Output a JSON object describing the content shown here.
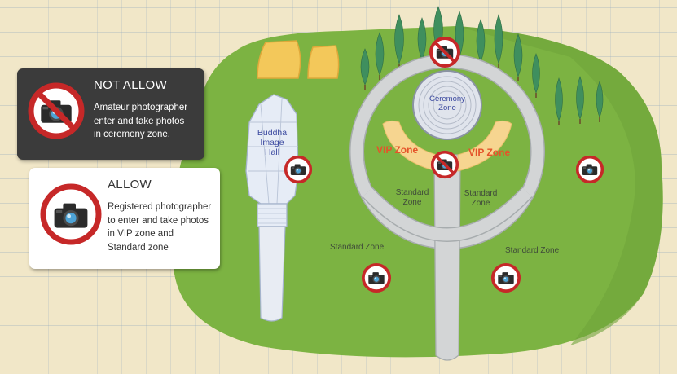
{
  "legend": {
    "not_allow": {
      "title": "NOT ALLOW",
      "lines": [
        "Amateur photographer",
        "enter and take photos",
        "in ceremony zone."
      ],
      "icon": "no-camera-icon"
    },
    "allow": {
      "title": "ALLOW",
      "lines": [
        "Registered photographer",
        "to enter and take photos",
        "in VIP zone and",
        "Standard zone"
      ],
      "icon": "camera-allowed-icon"
    }
  },
  "map": {
    "buddha_hall": [
      "Buddha",
      "Image",
      "Hall"
    ],
    "ceremony_zone": [
      "Ceremony",
      "Zone"
    ],
    "vip_zone_left": "VIP Zone",
    "vip_zone_right": "VIP Zone",
    "standard_left": [
      "Standard",
      "Zone"
    ],
    "standard_right": [
      "Standard",
      "Zone"
    ],
    "standard_far_left": "Standard Zone",
    "standard_far_right": "Standard Zone"
  },
  "colors": {
    "grass": "#7cb342",
    "path": "#d3d5d6",
    "vip_area": "#f6d590",
    "forbidden_red": "#c62828",
    "vip_text": "#e4542a",
    "hall_text": "#3c4aa0"
  }
}
